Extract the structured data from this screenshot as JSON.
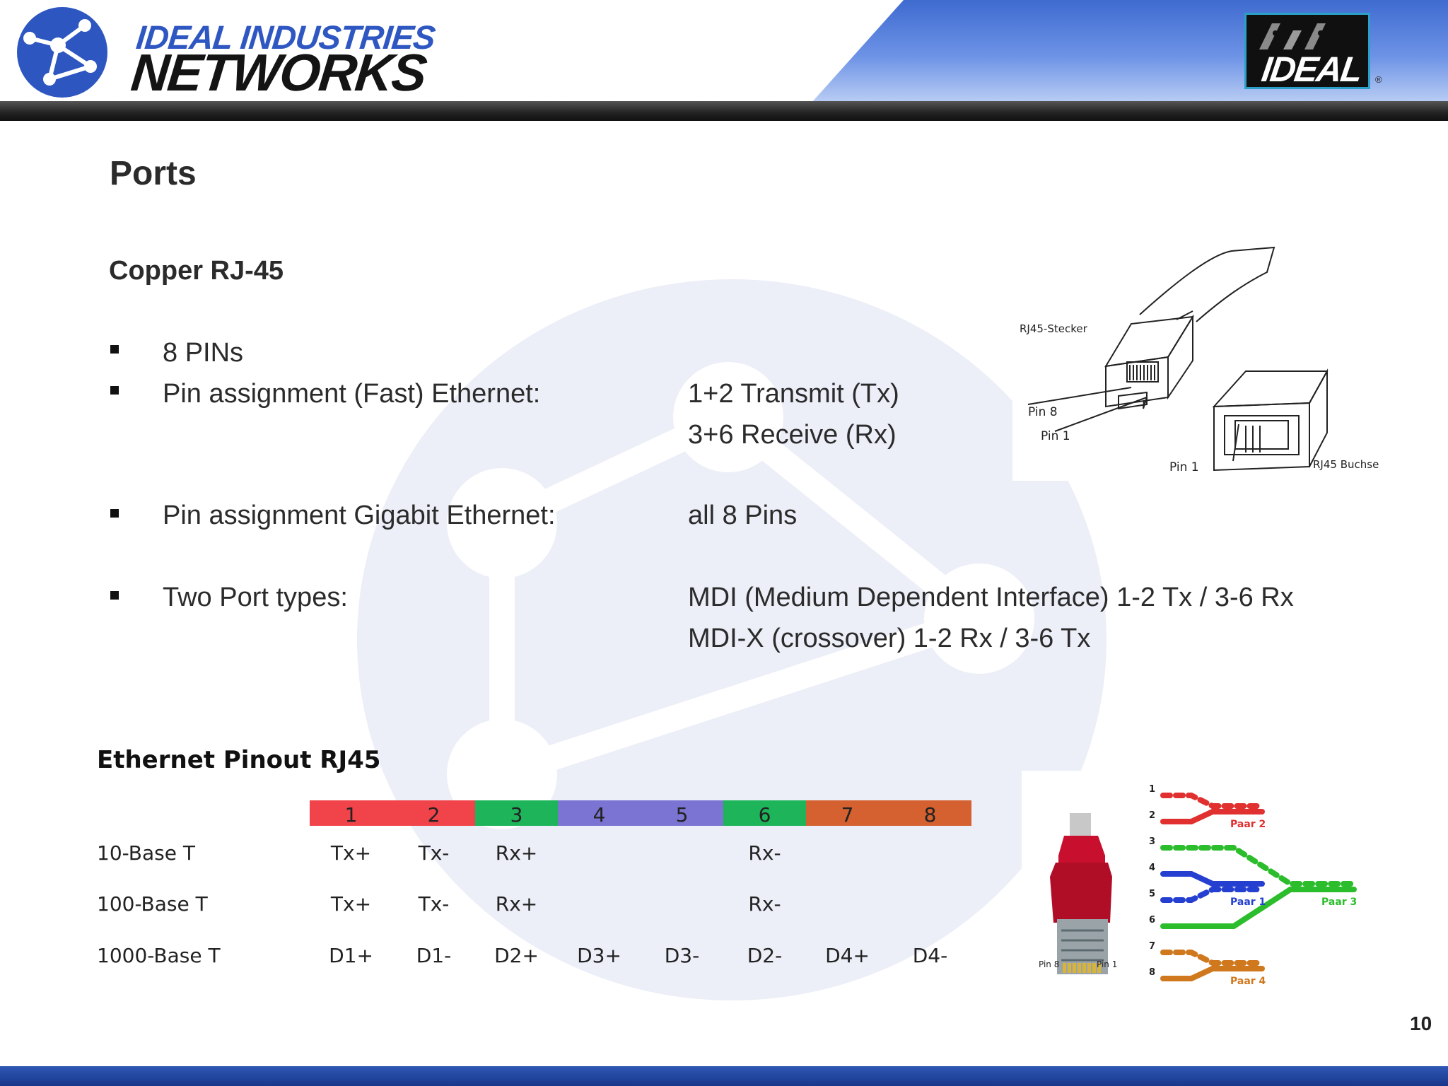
{
  "header": {
    "brand_top": "IDEAL INDUSTRIES",
    "brand_bottom": "NETWORKS",
    "logo_right": "IDEAL",
    "registered_mark": "®"
  },
  "slide": {
    "title": "Ports",
    "subtitle": "Copper RJ-45",
    "page_number": "10"
  },
  "bullets": [
    {
      "label": "8 PINs",
      "values": []
    },
    {
      "label": "Pin assignment (Fast) Ethernet:",
      "values": [
        "1+2 Transmit (Tx)",
        "3+6 Receive (Rx)"
      ]
    },
    {
      "label": "Pin assignment Gigabit Ethernet:",
      "values": [
        "all 8 Pins"
      ]
    },
    {
      "label": "Two Port types:",
      "values": [
        "MDI (Medium Dependent Interface) 1-2 Tx / 3-6 Rx",
        "MDI-X (crossover) 1-2 Rx / 3-6 Tx"
      ]
    }
  ],
  "connector_diagram": {
    "plug_label": "RJ45-Stecker",
    "pin8_label": "Pin 8",
    "pin1_label": "Pin 1",
    "jack_pin1_label": "Pin 1",
    "jack_label": "RJ45 Buchse"
  },
  "pinout": {
    "title": "Ethernet Pinout RJ45",
    "pins": [
      {
        "num": "1",
        "color": "#f0434a"
      },
      {
        "num": "2",
        "color": "#f0434a"
      },
      {
        "num": "3",
        "color": "#1db45a"
      },
      {
        "num": "4",
        "color": "#7b74d3"
      },
      {
        "num": "5",
        "color": "#7b74d3"
      },
      {
        "num": "6",
        "color": "#1db45a"
      },
      {
        "num": "7",
        "color": "#d4612f"
      },
      {
        "num": "8",
        "color": "#d4612f"
      }
    ],
    "rows": [
      {
        "label": "10-Base T",
        "cells": [
          "Tx+",
          "Tx-",
          "Rx+",
          "",
          "",
          "Rx-",
          "",
          ""
        ]
      },
      {
        "label": "100-Base T",
        "cells": [
          "Tx+",
          "Tx-",
          "Rx+",
          "",
          "",
          "Rx-",
          "",
          ""
        ]
      },
      {
        "label": "1000-Base T",
        "cells": [
          "D1+",
          "D1-",
          "D2+",
          "D3+",
          "D3-",
          "D2-",
          "D4+",
          "D4-"
        ]
      }
    ]
  },
  "wiring_diagram": {
    "pin_numbers": [
      "1",
      "2",
      "3",
      "4",
      "5",
      "6",
      "7",
      "8"
    ],
    "pair_labels": [
      "Paar 2",
      "Paar 1",
      "Paar 3",
      "Paar 4"
    ],
    "plug_pin8": "Pin 8",
    "plug_pin1": "Pin 1",
    "colors": {
      "pair2": "#e0302f",
      "pair1": "#2540d0",
      "pair3": "#2bbd2b",
      "pair4": "#d0781e"
    }
  }
}
